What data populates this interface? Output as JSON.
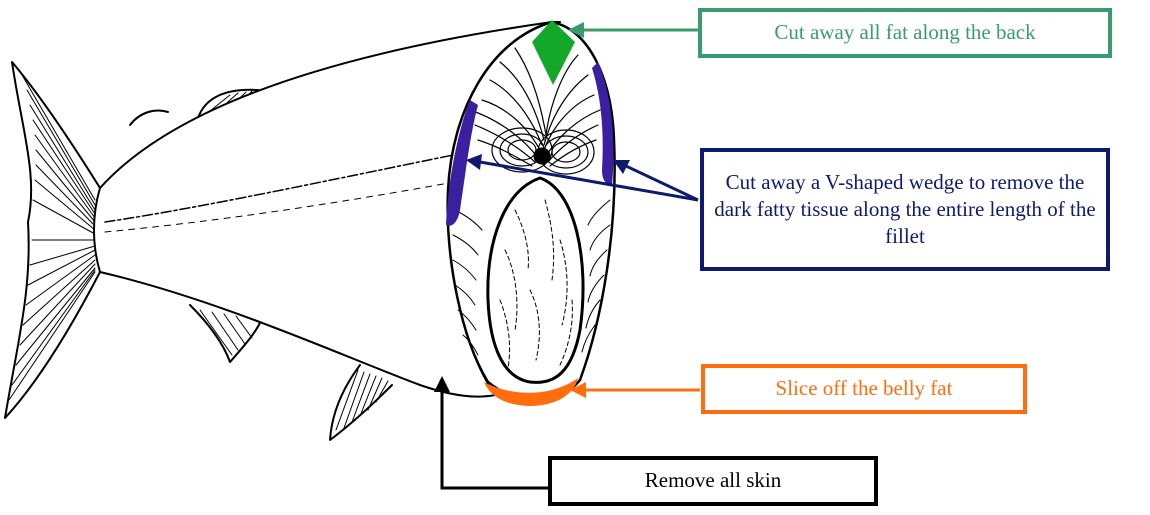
{
  "labels": {
    "back": "Cut away all fat along the back",
    "wedge": "Cut away a V-shaped wedge to remove the dark fatty tissue along the entire length of the fillet",
    "belly": "Slice off the belly fat",
    "skin": "Remove all skin"
  },
  "colors": {
    "back": "#3a9c6c",
    "back_fat_marker": "#14a82a",
    "wedge": "#0e1a6e",
    "dark_tissue_marker": "#3a1fa0",
    "belly": "#ff6d0e",
    "skin": "#000000"
  }
}
